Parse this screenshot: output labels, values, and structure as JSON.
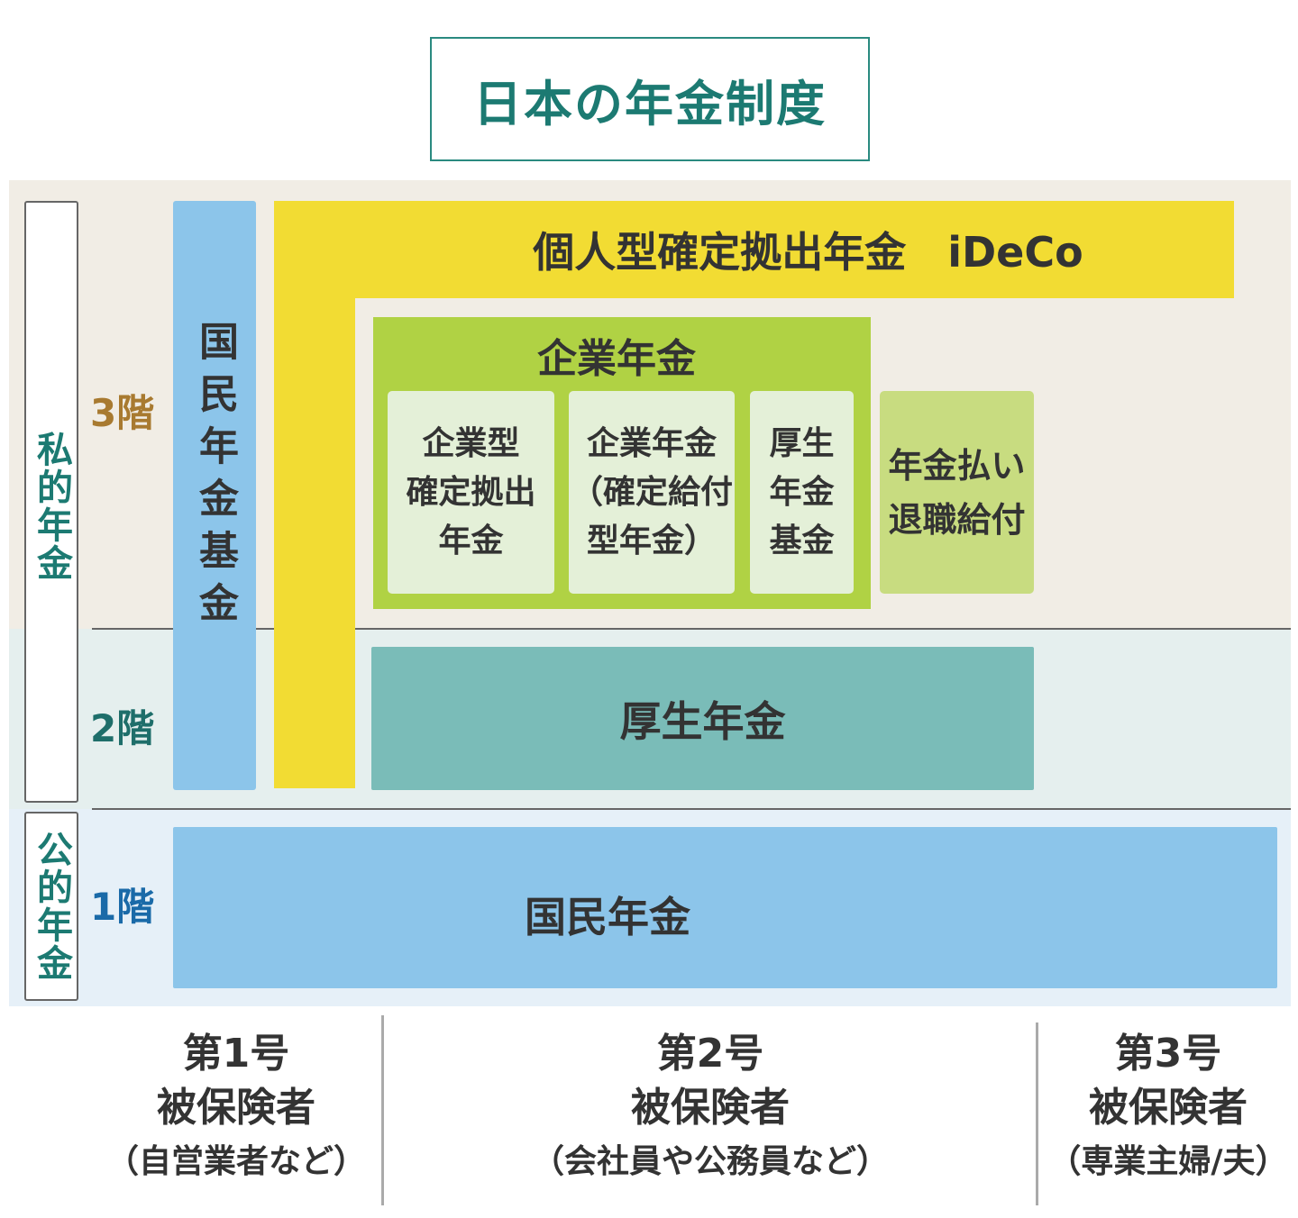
{
  "title": "日本の年金制度",
  "sides": {
    "private": "私的年金",
    "public": "公的年金"
  },
  "floors": {
    "f3": "3階",
    "f2": "2階",
    "f1": "1階"
  },
  "colors": {
    "teal": "#1c7a72",
    "floor3": "#a87a30",
    "floor2": "#1e6e6a",
    "floor1": "#1a6aa8",
    "blue": "#8cc5ea",
    "yellow": "#f2dc33",
    "green": "#b0d244",
    "kosei": "#7abcb8"
  },
  "blocks": {
    "kokumin_kikin": "国民年金基金",
    "ideco": "個人型確定拠出年金　iDeCo",
    "kigyo_nenkin": "企業年金",
    "kigyo_dc": [
      "企業型",
      "確定拠出",
      "年金"
    ],
    "kigyo_db": [
      "企業年金",
      "（確定給付",
      "型年金）"
    ],
    "kosei_kikin": [
      "厚生",
      "年金",
      "基金"
    ],
    "nenkin_barai": [
      "年金払い",
      "退職給付"
    ],
    "kosei_nenkin": "厚生年金",
    "kokumin_nenkin": "国民年金"
  },
  "insured": [
    {
      "line1": "第1号",
      "line2": "被保険者",
      "line3": "（自営業者など）"
    },
    {
      "line1": "第2号",
      "line2": "被保険者",
      "line3": "（会社員や公務員など）"
    },
    {
      "line1": "第3号",
      "line2": "被保険者",
      "line3": "（専業主婦/夫）"
    }
  ]
}
